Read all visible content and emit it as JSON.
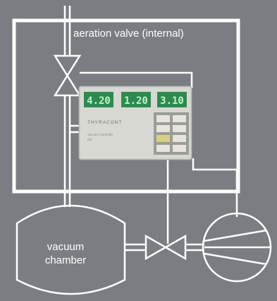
{
  "labels": {
    "aeration_valve": "aeration valve (internal)",
    "vacuum_chamber": "vacuum chamber"
  },
  "colors": {
    "background": "#7a7d82",
    "lines": "#ffffff",
    "controller_body": "#cfcfca",
    "display_screen": "#2e8a4e",
    "display_text": "#bff5c9",
    "keypad_panel": "#9a9c98",
    "key": "#e6e4dc",
    "key_active": "#d8cf86"
  },
  "controller": {
    "displays": [
      "4.20",
      "1.20",
      "3.10"
    ],
    "brand": "THYRACONT",
    "model_line1": "Vacuum Controller",
    "model_line2": "MC"
  },
  "icons": [
    "aeration-valve-icon",
    "main-valve-icon",
    "vacuum-pump-icon",
    "vacuum-chamber-icon",
    "vacuum-controller-icon"
  ]
}
